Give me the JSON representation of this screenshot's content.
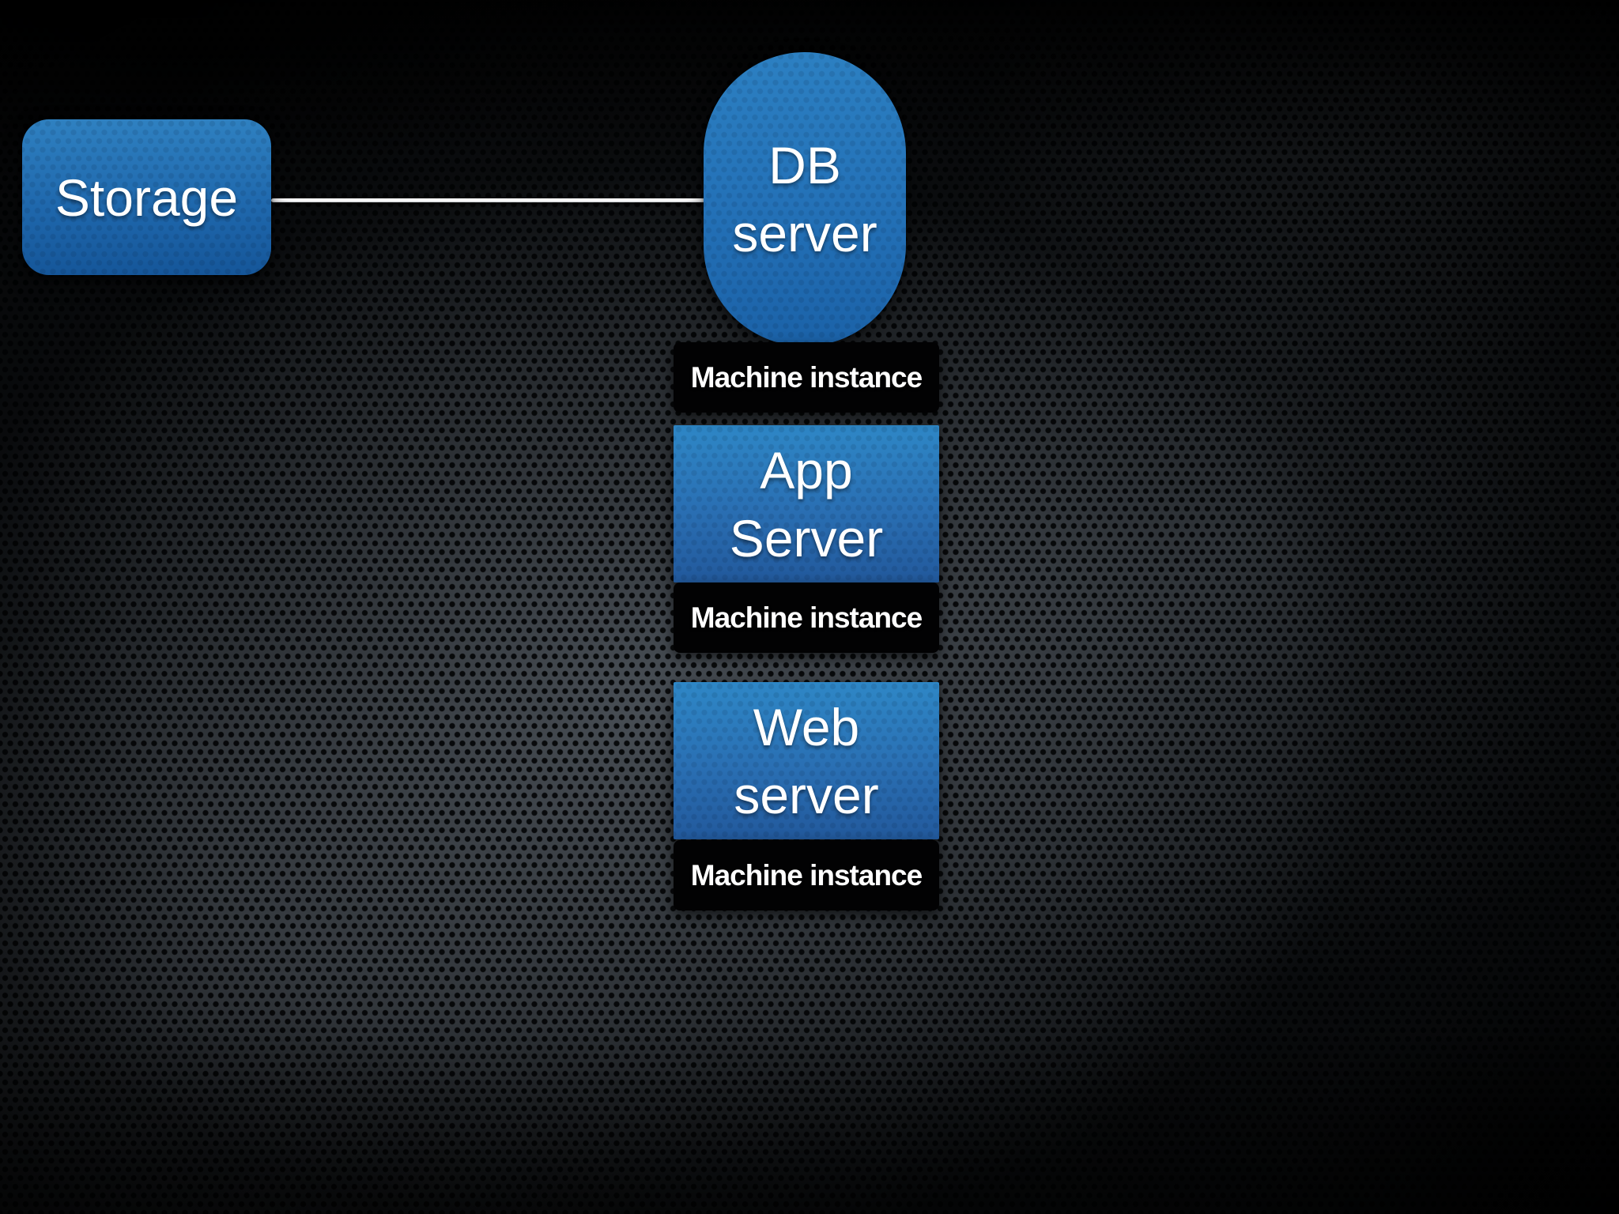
{
  "diagram": {
    "storage": {
      "label": "Storage"
    },
    "connector": {
      "from": "Storage",
      "to": "DB server"
    },
    "column": [
      {
        "id": "db-server",
        "shape": "capsule",
        "label_lines": [
          "DB",
          "server"
        ],
        "machine_label": "Machine instance"
      },
      {
        "id": "app-server",
        "shape": "rect",
        "label_lines": [
          "App",
          "Server"
        ],
        "machine_label": "Machine instance"
      },
      {
        "id": "web-server",
        "shape": "rect",
        "label_lines": [
          "Web",
          "server"
        ],
        "machine_label": "Machine instance"
      }
    ],
    "colors": {
      "node_blue_top": "#2e87c6",
      "node_blue_bottom": "#1b5b9f",
      "machine_label_bg": "#000000",
      "text": "#ffffff",
      "connector_line": "#ffffff",
      "background_metal": "#3a3f45",
      "background_hole": "#010203"
    }
  }
}
